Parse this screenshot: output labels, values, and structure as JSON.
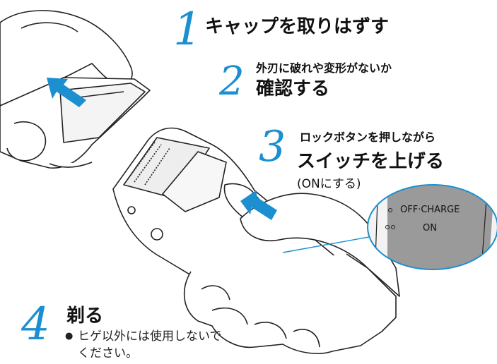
{
  "steps": [
    {
      "number": "1",
      "title": "キャップを取りはずす"
    },
    {
      "number": "2",
      "line1": "外刃に破れや変形がないか",
      "line2": "確認する"
    },
    {
      "number": "3",
      "line1": "ロックボタンを押しながら",
      "line2": "スイッチを上げる",
      "line3": "(ONにする)"
    },
    {
      "number": "4",
      "title": "剃る",
      "bullet": "●",
      "note_line1": "ヒゲ以外には使用しないで",
      "note_line2": "ください。"
    }
  ],
  "switch_labels": {
    "off_charge": "OFF·CHARGE",
    "on": "ON"
  },
  "colors": {
    "accent": "#1b8fcf",
    "line": "#222222",
    "switch_panel": "#9a9a9a"
  }
}
